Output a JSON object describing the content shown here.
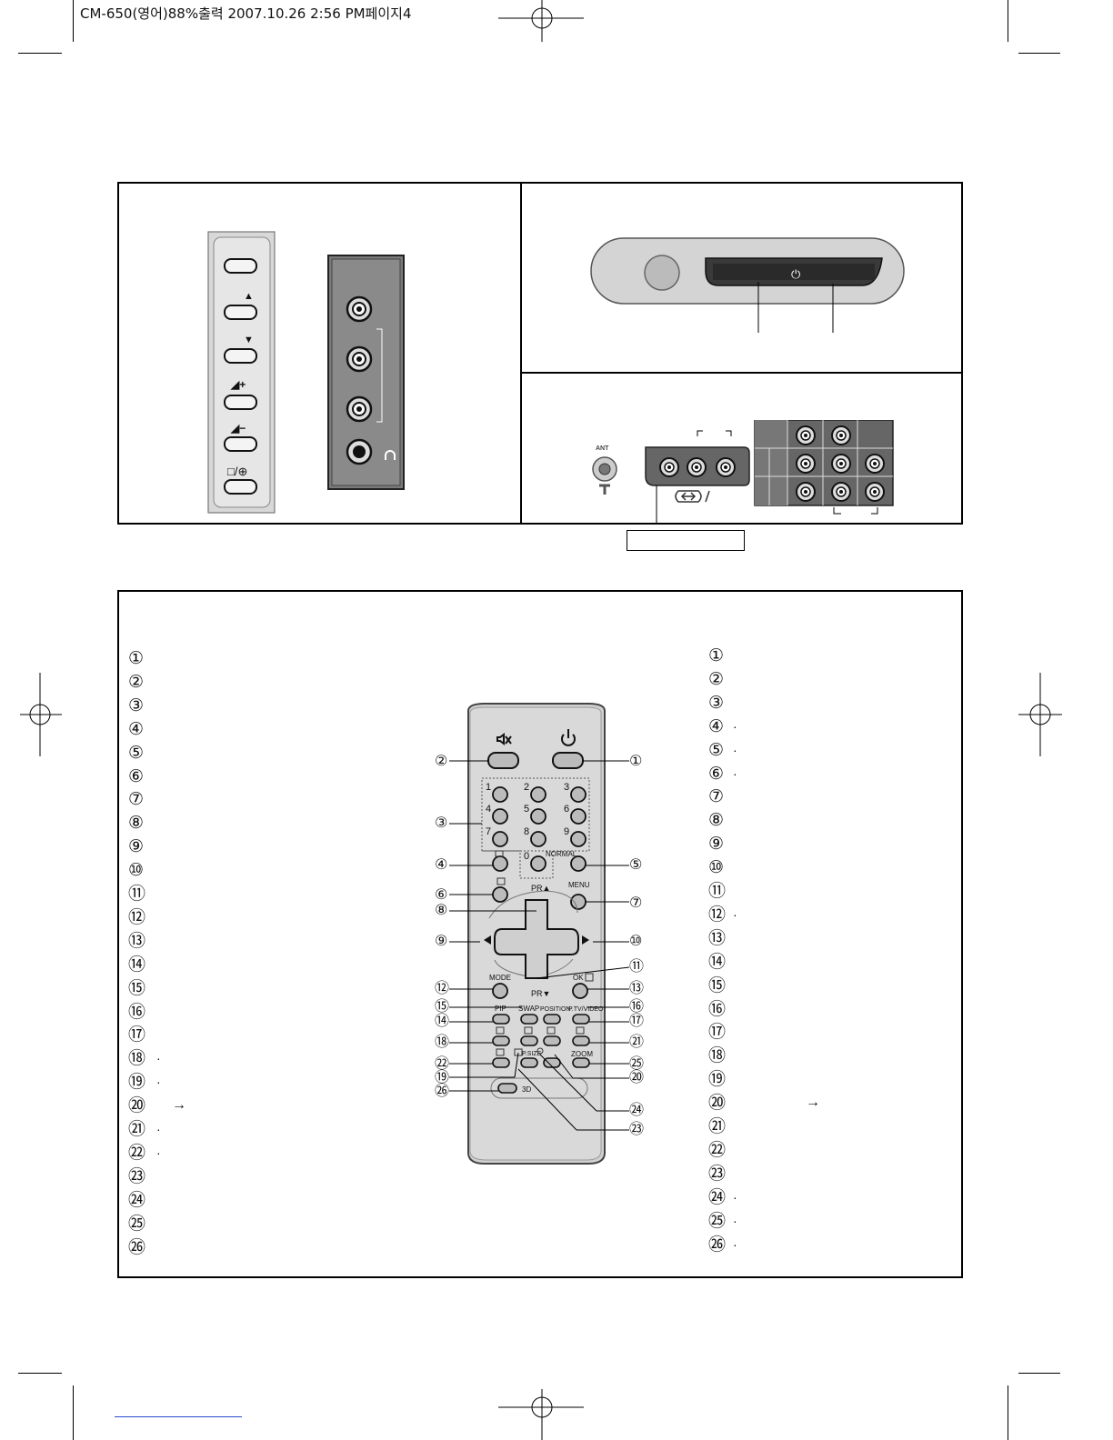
{
  "header": {
    "print_info": "CM-650(영어)88%출력  2007.10.26 2:56 PM페이지4"
  },
  "front_panel": {
    "button_symbols": [
      "",
      "▲",
      "▼",
      "◢+",
      "◢−",
      "□/⊕"
    ]
  },
  "tv_front": {
    "power_symbol": "⏻"
  },
  "rear_panel": {
    "antenna_label": "ANT"
  },
  "remote": {
    "digits": [
      "1",
      "2",
      "3",
      "4",
      "5",
      "6",
      "7",
      "8",
      "9",
      "0"
    ],
    "labels": {
      "normal": "NORMAL",
      "pr_up": "PR▲",
      "menu": "MENU",
      "pr_down": "PR▼",
      "mode": "MODE",
      "ok": "OK",
      "pip": "PIP",
      "swap": "SWAP",
      "position": "POSITION",
      "ptv_video": "P.TV/VIDEO",
      "psize": "P.SIZE",
      "zoom": "ZOOM",
      "three_d": "3D"
    }
  },
  "callouts": [
    "①",
    "②",
    "③",
    "④",
    "⑤",
    "⑥",
    "⑦",
    "⑧",
    "⑨",
    "⑩",
    "⑪",
    "⑫",
    "⑬",
    "⑭",
    "⑮",
    "⑯",
    "⑰",
    "⑱",
    "⑲",
    "⑳",
    "㉑",
    "㉒",
    "㉓",
    "㉔",
    "㉕",
    "㉖"
  ],
  "left_list": {
    "numbers": [
      "①",
      "②",
      "③",
      "④",
      "⑤",
      "⑥",
      "⑦",
      "⑧",
      "⑨",
      "⑩",
      "⑪",
      "⑫",
      "⑬",
      "⑭",
      "⑮",
      "⑯",
      "⑰",
      "⑱",
      "⑲",
      "⑳",
      "㉑",
      "㉒",
      "㉓",
      "㉔",
      "㉕",
      "㉖"
    ],
    "bullet": "·",
    "arrow": "→"
  },
  "right_list": {
    "numbers": [
      "①",
      "②",
      "③",
      "④",
      "⑤",
      "⑥",
      "⑦",
      "⑧",
      "⑨",
      "⑩",
      "⑪",
      "⑫",
      "⑬",
      "⑭",
      "⑮",
      "⑯",
      "⑰",
      "⑱",
      "⑲",
      "⑳",
      "㉑",
      "㉒",
      "㉓",
      "㉔",
      "㉕",
      "㉖"
    ],
    "bullet": "·",
    "arrow": "→"
  }
}
